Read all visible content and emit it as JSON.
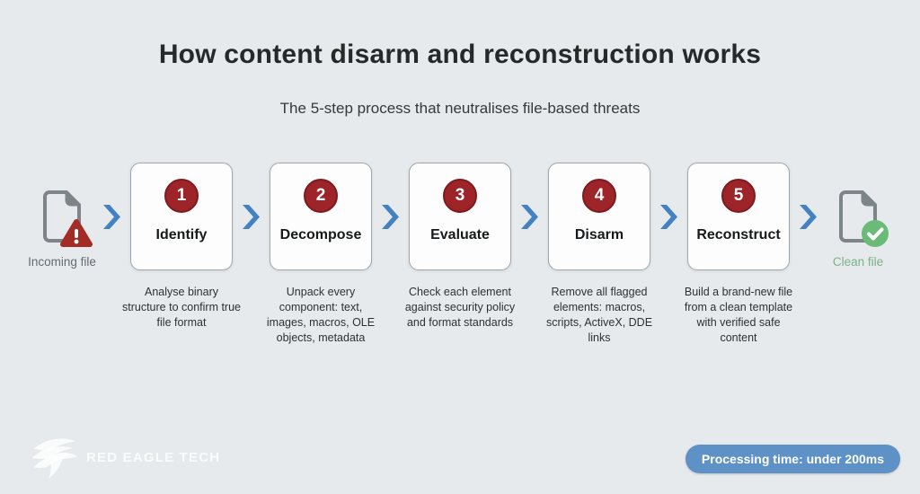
{
  "header": {
    "title": "How content disarm and reconstruction works",
    "subtitle": "The 5-step process that neutralises file-based threats"
  },
  "flow": {
    "input": {
      "label": "Incoming file",
      "icon": "document-warning-icon"
    },
    "output": {
      "label": "Clean file",
      "icon": "document-check-icon"
    },
    "arrow_icon": "chevron-right-icon",
    "steps": [
      {
        "number": "1",
        "label": "Identify",
        "description": "Analyse binary structure to confirm true file format"
      },
      {
        "number": "2",
        "label": "Decompose",
        "description": "Unpack every component: text, images, macros, OLE objects, metadata"
      },
      {
        "number": "3",
        "label": "Evaluate",
        "description": "Check each element against security policy and format standards"
      },
      {
        "number": "4",
        "label": "Disarm",
        "description": "Remove all flagged elements: macros, scripts, ActiveX, DDE links"
      },
      {
        "number": "5",
        "label": "Reconstruct",
        "description": "Build a brand-new file from a clean template with verified safe content"
      }
    ]
  },
  "footer": {
    "brand": "RED EAGLE TECH",
    "brand_icon": "eagle-icon",
    "badge": "Processing time: under 200ms"
  },
  "colors": {
    "background": "#e7eaec",
    "accent_blue": "#4381c1",
    "step_red": "#9d2428",
    "warning_red": "#a42c26",
    "success_green": "#6abb78",
    "clean_label_green": "#79b286",
    "badge_blue": "#5e91c6",
    "card_border": "#9fa6ac"
  }
}
